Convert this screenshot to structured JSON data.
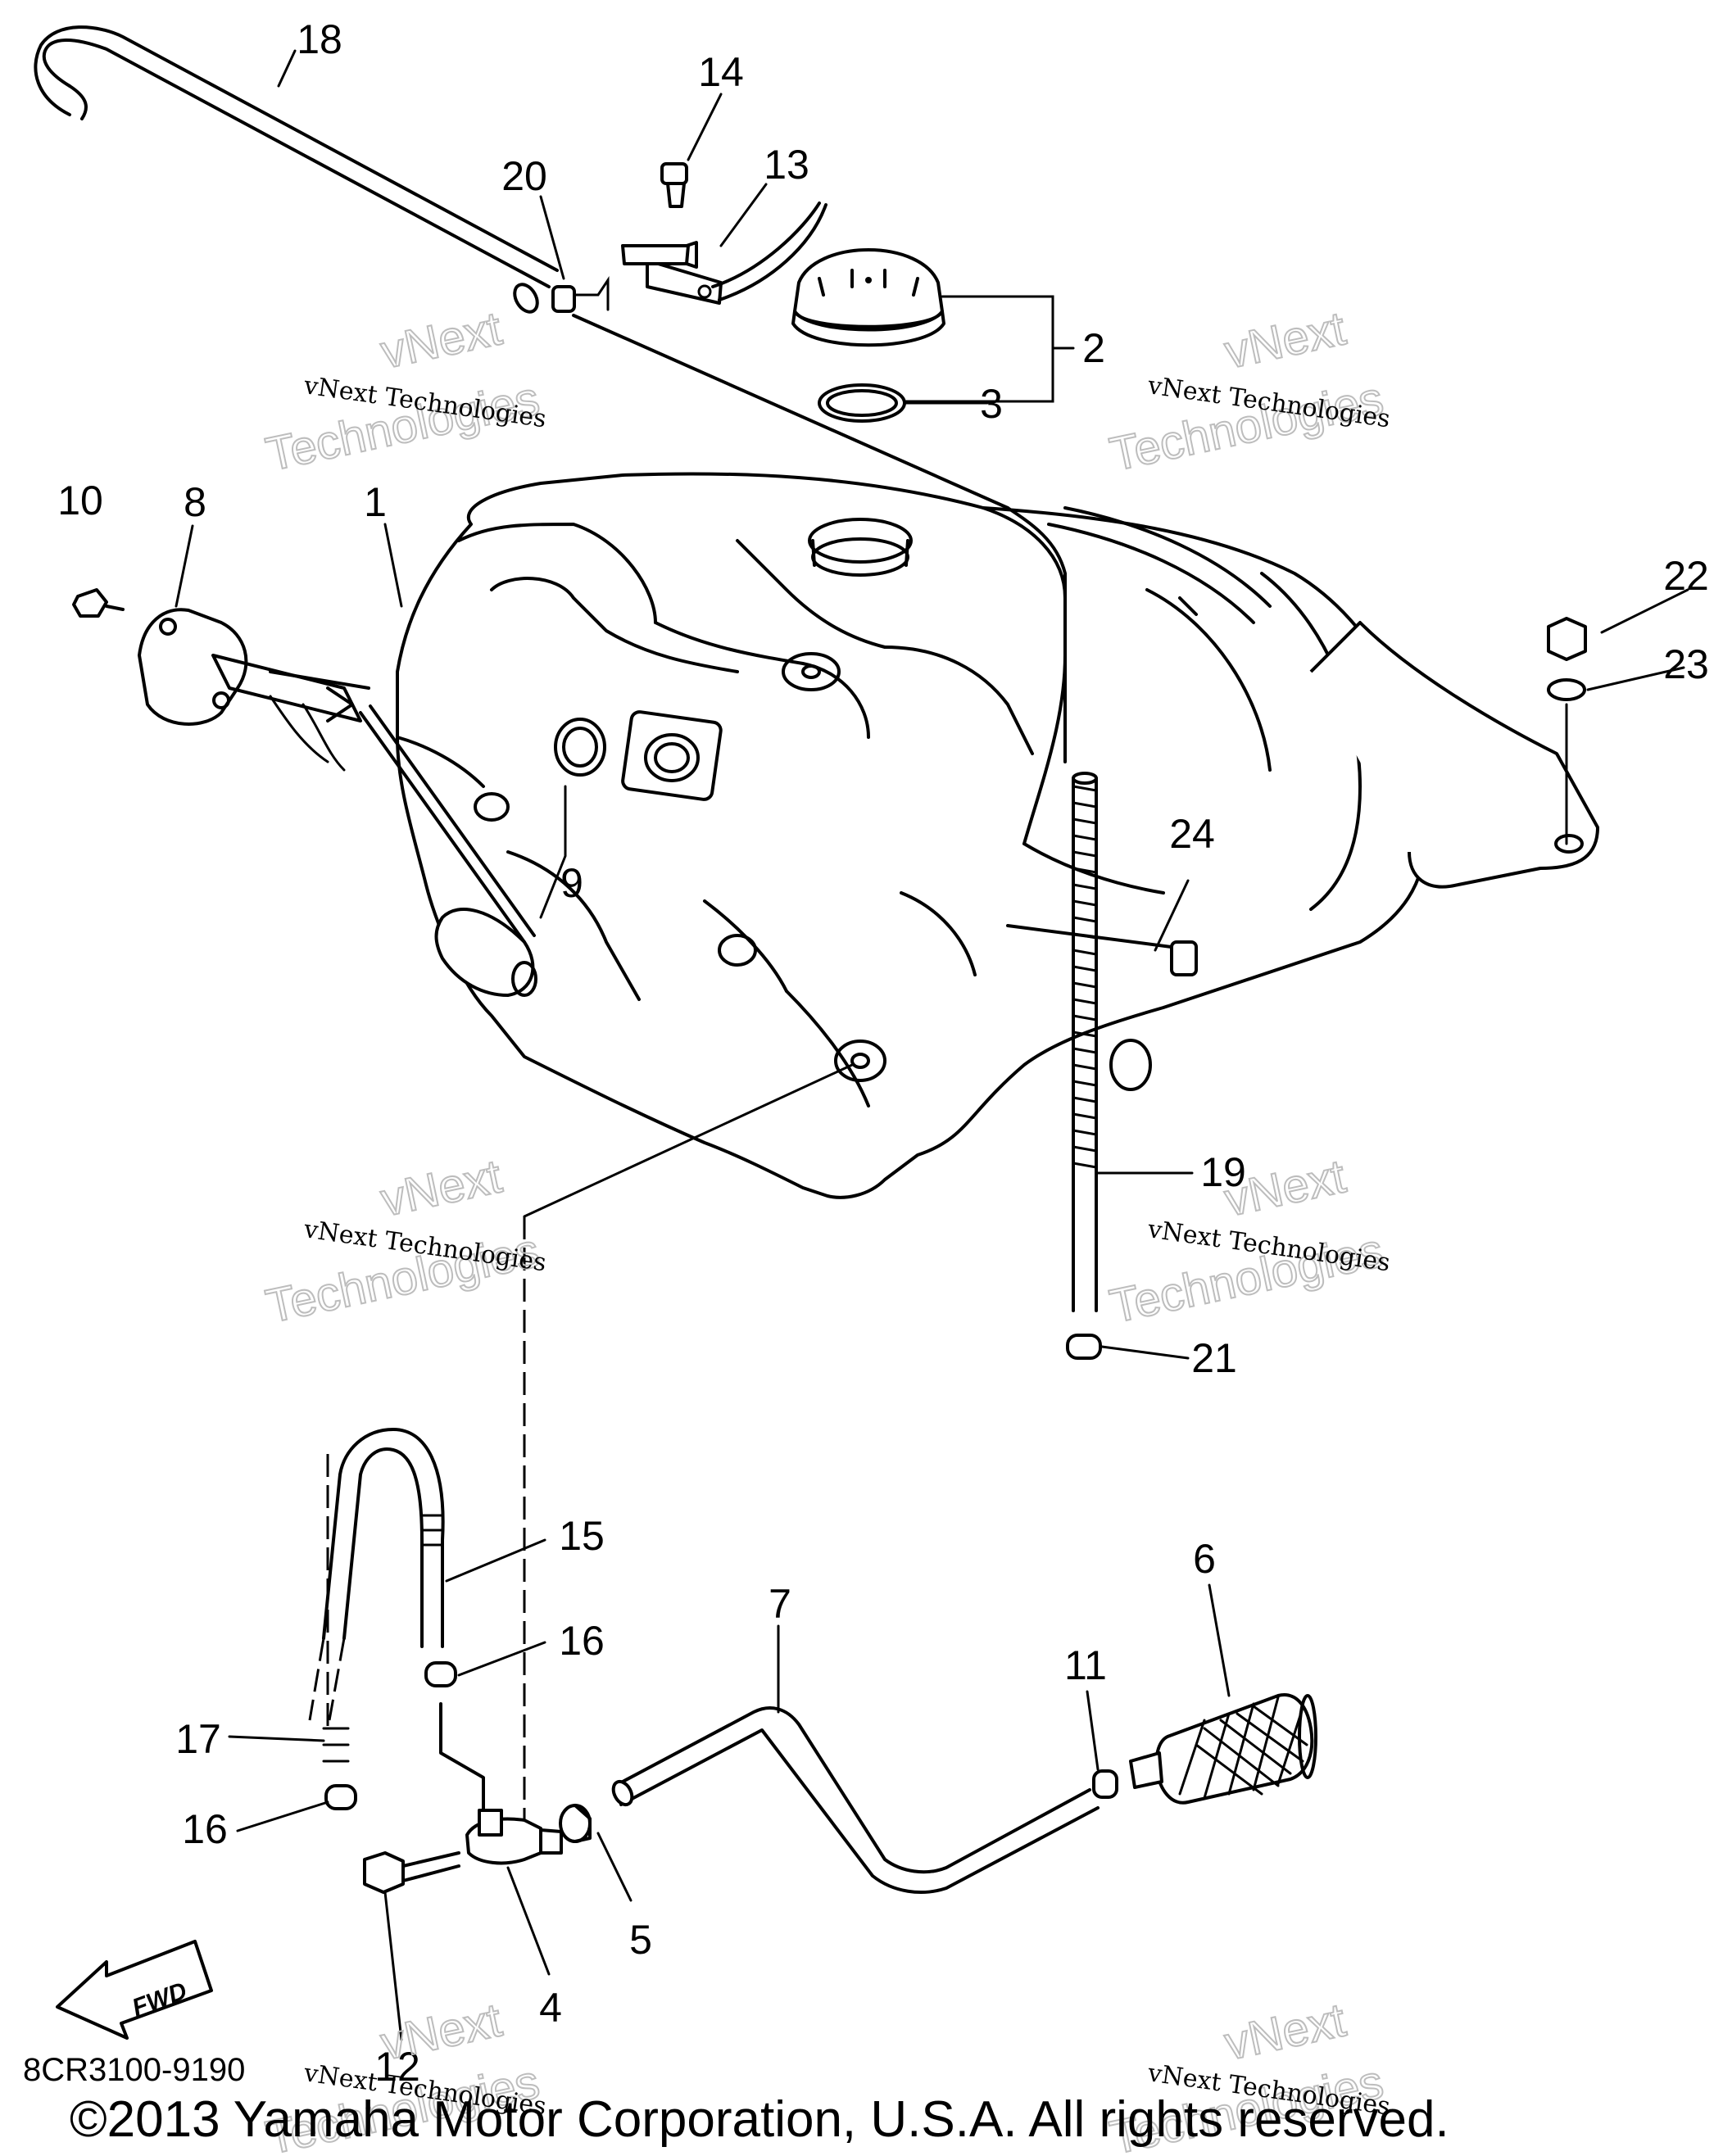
{
  "diagram": {
    "callouts": [
      "1",
      "2",
      "3",
      "4",
      "5",
      "6",
      "7",
      "8",
      "9",
      "10",
      "11",
      "12",
      "13",
      "14",
      "15",
      "16",
      "16",
      "17",
      "18",
      "19",
      "20",
      "21",
      "22",
      "23",
      "24"
    ],
    "watermark": {
      "line1": "vNext Technologies",
      "line2": "vNext",
      "line3": "Technologies"
    },
    "fwd_label": "FWD",
    "diagram_code": "8CR3100-9190",
    "copyright": "©2013 Yamaha Motor Corporation, U.S.A. All rights reserved."
  }
}
